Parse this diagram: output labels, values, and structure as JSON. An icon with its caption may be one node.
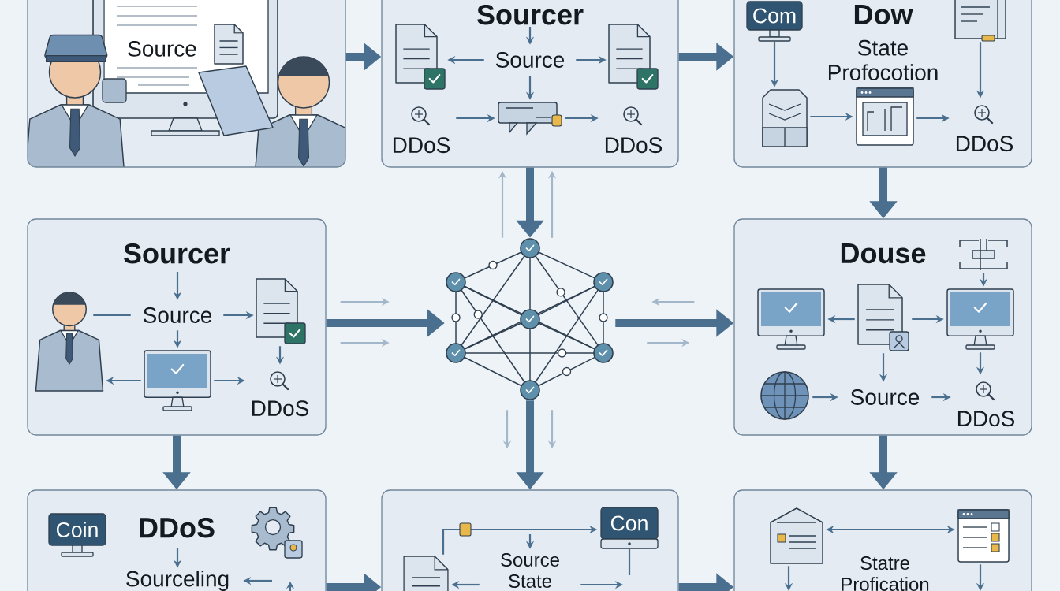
{
  "diagram": {
    "nodes": [
      {
        "text": [
          "Source"
        ]
      },
      {
        "text": [
          "Sourcer"
        ]
      },
      {
        "text": [
          "Source"
        ],
        "in": 1
      },
      {
        "text": [],
        "shape": "picture",
        "in": 1
      },
      {
        "text": [],
        "shape": "picture",
        "in": 1
      },
      {
        "text": [
          "DDoS"
        ],
        "in": 1
      },
      {
        "text": [],
        "shape": "picture",
        "in": 1
      },
      {
        "text": [
          "DDoS"
        ],
        "in": 1
      },
      {
        "text": [
          "Dow",
          "State Profocotion"
        ]
      },
      {
        "text": [
          "Com"
        ],
        "in": 8
      },
      {
        "text": [],
        "shape": "picture",
        "in": 8
      },
      {
        "text": [],
        "shape": "picture",
        "in": 8
      },
      {
        "text": [],
        "shape": "picture",
        "in": 8
      },
      {
        "text": [
          "DDoS"
        ],
        "in": 8
      },
      {
        "text": [
          "Sourcer"
        ]
      },
      {
        "text": [],
        "shape": "person",
        "in": 14
      },
      {
        "text": [
          "Source"
        ],
        "in": 14
      },
      {
        "text": [],
        "shape": "picture",
        "in": 14
      },
      {
        "text": [],
        "shape": "picture",
        "in": 14
      },
      {
        "text": [
          "DDoS"
        ],
        "in": 14
      },
      {
        "text": [],
        "shape": "picture"
      },
      {
        "text": [
          "Douse"
        ]
      },
      {
        "text": [],
        "shape": "picture",
        "in": 21
      },
      {
        "text": [],
        "shape": "picture",
        "in": 21
      },
      {
        "text": [],
        "shape": "picture",
        "in": 21
      },
      {
        "text": [],
        "shape": "picture",
        "in": 21
      },
      {
        "text": [],
        "shape": "picture",
        "in": 21
      },
      {
        "text": [
          "Source"
        ],
        "in": 21
      },
      {
        "text": [
          "DDoS"
        ],
        "in": 21
      },
      {
        "text": [
          "DDoS"
        ]
      },
      {
        "text": [
          "Coin"
        ],
        "in": 29
      },
      {
        "text": [],
        "shape": "picture",
        "in": 29
      },
      {
        "text": [
          "Sourceling"
        ],
        "in": 29
      },
      {
        "text": [],
        "shape": "box"
      },
      {
        "text": [
          "Con"
        ],
        "in": 33
      },
      {
        "text": [
          "Source State"
        ],
        "in": 33
      },
      {
        "text": [],
        "shape": "picture",
        "in": 33
      },
      {
        "text": [],
        "shape": "box"
      },
      {
        "text": [],
        "shape": "picture",
        "in": 37
      },
      {
        "text": [],
        "shape": "picture",
        "in": 37
      },
      {
        "text": [
          "Statre Profication"
        ],
        "in": 37
      }
    ],
    "edges": [
      {
        "from": 0,
        "to": 1,
        "arrow": "to",
        "style": "thick"
      },
      {
        "from": 1,
        "to": 8,
        "arrow": "to",
        "style": "thick"
      },
      {
        "from": 1,
        "to": 20,
        "arrow": "to",
        "style": "thick"
      },
      {
        "from": 8,
        "to": 21,
        "arrow": "to",
        "style": "thick"
      },
      {
        "from": 14,
        "to": 20,
        "arrow": "to",
        "style": "thick"
      },
      {
        "from": 20,
        "to": 21,
        "arrow": "to",
        "style": "thick"
      },
      {
        "from": 14,
        "to": 29,
        "arrow": "to",
        "style": "thick"
      },
      {
        "from": 20,
        "to": 33,
        "arrow": "to",
        "style": "thick"
      },
      {
        "from": 21,
        "to": 37,
        "arrow": "to",
        "style": "thick"
      },
      {
        "from": 29,
        "to": 33,
        "arrow": "to",
        "style": "thick"
      },
      {
        "from": 33,
        "to": 37,
        "arrow": "to",
        "style": "thick"
      },
      {
        "from": 20,
        "to": 1,
        "arrow": "to",
        "color": "#a3b7cb"
      },
      {
        "from": 20,
        "to": 1,
        "arrow": "to",
        "color": "#a3b7cb"
      },
      {
        "from": 14,
        "to": 20,
        "arrow": "to",
        "color": "#a3b7cb"
      },
      {
        "from": 14,
        "to": 20,
        "arrow": "to",
        "color": "#a3b7cb"
      },
      {
        "from": 21,
        "to": 20,
        "arrow": "to",
        "color": "#a3b7cb"
      },
      {
        "from": 20,
        "to": 21,
        "arrow": "to",
        "color": "#a3b7cb"
      },
      {
        "from": 20,
        "to": 33,
        "arrow": "to",
        "color": "#a3b7cb"
      },
      {
        "from": 20,
        "to": 33,
        "arrow": "to",
        "color": "#a3b7cb"
      },
      {
        "from": null,
        "to": 2,
        "arrow": "to"
      },
      {
        "from": 2,
        "to": 3,
        "arrow": "to"
      },
      {
        "from": 2,
        "to": 4,
        "arrow": "to"
      },
      {
        "from": 2,
        "to": 6,
        "arrow": "to"
      },
      {
        "from": 5,
        "to": 6,
        "arrow": "to"
      },
      {
        "from": 6,
        "to": 7,
        "arrow": "to"
      },
      {
        "from": 9,
        "to": 10,
        "arrow": "to"
      },
      {
        "from": 10,
        "to": 11,
        "arrow": "to"
      },
      {
        "from": 11,
        "to": 13,
        "arrow": "to"
      },
      {
        "from": 12,
        "to": 13,
        "arrow": "to"
      },
      {
        "from": null,
        "to": 16,
        "arrow": "to"
      },
      {
        "from": 15,
        "to": 16,
        "arrow": "none"
      },
      {
        "from": 16,
        "to": 17,
        "arrow": "to"
      },
      {
        "from": 16,
        "to": 18,
        "arrow": "to"
      },
      {
        "from": 18,
        "to": 15,
        "arrow": "to"
      },
      {
        "from": 18,
        "to": 19,
        "arrow": "to"
      },
      {
        "from": 17,
        "to": 19,
        "arrow": "to"
      },
      {
        "from": 22,
        "to": 25,
        "arrow": "to"
      },
      {
        "from": 24,
        "to": 23,
        "arrow": "to"
      },
      {
        "from": 24,
        "to": 25,
        "arrow": "to"
      },
      {
        "from": 24,
        "to": 27,
        "arrow": "to"
      },
      {
        "from": 26,
        "to": 27,
        "arrow": "to"
      },
      {
        "from": 27,
        "to": 28,
        "arrow": "to"
      },
      {
        "from": 25,
        "to": 28,
        "arrow": "to"
      },
      {
        "from": null,
        "to": 32,
        "arrow": "to"
      },
      {
        "from": null,
        "to": 32,
        "arrow": "to"
      },
      {
        "from": 36,
        "to": 34,
        "arrow": "to"
      },
      {
        "from": null,
        "to": 35,
        "arrow": "to"
      },
      {
        "from": 35,
        "to": 36,
        "arrow": "to"
      },
      {
        "from": 35,
        "to": null,
        "arrow": "to"
      },
      {
        "from": 34,
        "to": null,
        "arrow": "none"
      },
      {
        "from": 38,
        "to": 39,
        "arrow": "both"
      },
      {
        "from": 38,
        "to": null,
        "arrow": "to"
      },
      {
        "from": 39,
        "to": null,
        "arrow": "to"
      }
    ]
  }
}
